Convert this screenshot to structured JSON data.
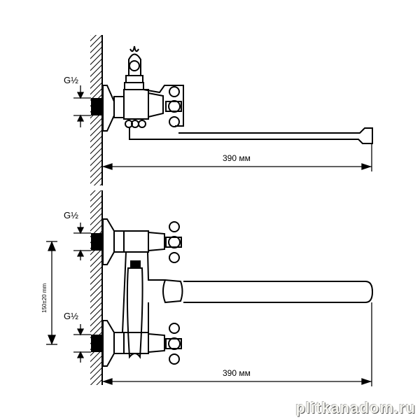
{
  "top_view": {
    "thread_label": "G½",
    "length_label": "390 мм"
  },
  "front_view": {
    "thread_label_upper": "G½",
    "thread_label_lower": "G½",
    "length_label": "390 мм",
    "spacing_label": "150±20 mm"
  },
  "watermark": "plitkanadom.ru"
}
